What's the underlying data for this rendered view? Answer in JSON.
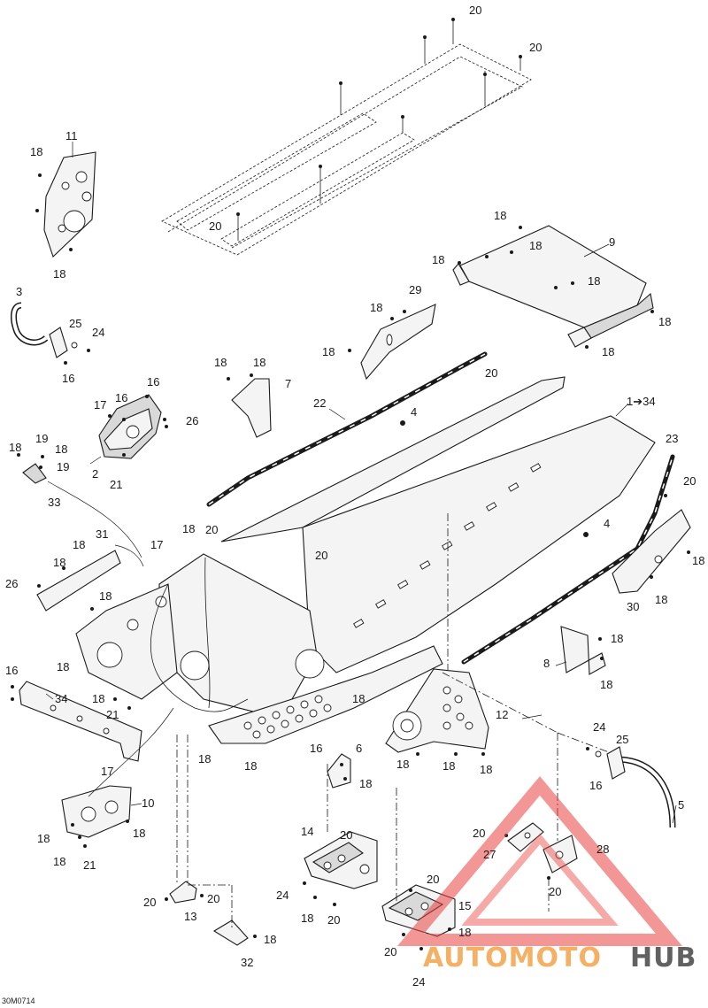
{
  "diagram_code": "30M0714",
  "callouts": [
    {
      "id": "c20a",
      "text": "20"
    },
    {
      "id": "c20b",
      "text": "20"
    },
    {
      "id": "c20c",
      "text": "20"
    },
    {
      "id": "c11",
      "text": "11"
    },
    {
      "id": "c18a",
      "text": "18"
    },
    {
      "id": "c18b",
      "text": "18"
    },
    {
      "id": "c18c",
      "text": "18"
    },
    {
      "id": "c18d",
      "text": "18"
    },
    {
      "id": "c18e",
      "text": "18"
    },
    {
      "id": "c9",
      "text": "9"
    },
    {
      "id": "c18f",
      "text": "18"
    },
    {
      "id": "c18g",
      "text": "18"
    },
    {
      "id": "c18h",
      "text": "18"
    },
    {
      "id": "c3",
      "text": "3"
    },
    {
      "id": "c25a",
      "text": "25"
    },
    {
      "id": "c24a",
      "text": "24"
    },
    {
      "id": "c16a",
      "text": "16"
    },
    {
      "id": "c29",
      "text": "29"
    },
    {
      "id": "c18i",
      "text": "18"
    },
    {
      "id": "c18j",
      "text": "18"
    },
    {
      "id": "c18k",
      "text": "18"
    },
    {
      "id": "c18l",
      "text": "18"
    },
    {
      "id": "c7",
      "text": "7"
    },
    {
      "id": "c20d",
      "text": "20"
    },
    {
      "id": "c22",
      "text": "22"
    },
    {
      "id": "c16b",
      "text": "16"
    },
    {
      "id": "c17a",
      "text": "17"
    },
    {
      "id": "c16c",
      "text": "16"
    },
    {
      "id": "c26a",
      "text": "26"
    },
    {
      "id": "c4a",
      "text": "4"
    },
    {
      "id": "c1to34",
      "text": "1➔34"
    },
    {
      "id": "c2",
      "text": "2"
    },
    {
      "id": "c21a",
      "text": "21"
    },
    {
      "id": "c18m",
      "text": "18"
    },
    {
      "id": "c19a",
      "text": "19"
    },
    {
      "id": "c18n",
      "text": "18"
    },
    {
      "id": "c19b",
      "text": "19"
    },
    {
      "id": "c33",
      "text": "33"
    },
    {
      "id": "c23",
      "text": "23"
    },
    {
      "id": "c20e",
      "text": "20"
    },
    {
      "id": "c20f",
      "text": "20"
    },
    {
      "id": "c18o",
      "text": "18"
    },
    {
      "id": "c17b",
      "text": "17"
    },
    {
      "id": "c31",
      "text": "31"
    },
    {
      "id": "c18p",
      "text": "18"
    },
    {
      "id": "c18q",
      "text": "18"
    },
    {
      "id": "c20g",
      "text": "20"
    },
    {
      "id": "c4b",
      "text": "4"
    },
    {
      "id": "c18r",
      "text": "18"
    },
    {
      "id": "c26b",
      "text": "26"
    },
    {
      "id": "c18s",
      "text": "18"
    },
    {
      "id": "c30",
      "text": "30"
    },
    {
      "id": "c18t",
      "text": "18"
    },
    {
      "id": "c8",
      "text": "8"
    },
    {
      "id": "c18u",
      "text": "18"
    },
    {
      "id": "c18v",
      "text": "18"
    },
    {
      "id": "c16d",
      "text": "16"
    },
    {
      "id": "c18w",
      "text": "18"
    },
    {
      "id": "c34",
      "text": "34"
    },
    {
      "id": "c18x",
      "text": "18"
    },
    {
      "id": "c21b",
      "text": "21"
    },
    {
      "id": "c18y",
      "text": "18"
    },
    {
      "id": "c16e",
      "text": "16"
    },
    {
      "id": "c12",
      "text": "12"
    },
    {
      "id": "c24b",
      "text": "24"
    },
    {
      "id": "c25b",
      "text": "25"
    },
    {
      "id": "c17c",
      "text": "17"
    },
    {
      "id": "c18z",
      "text": "18"
    },
    {
      "id": "c18aa",
      "text": "18"
    },
    {
      "id": "c6",
      "text": "6"
    },
    {
      "id": "c18ab",
      "text": "18"
    },
    {
      "id": "c18ac",
      "text": "18"
    },
    {
      "id": "c18ad",
      "text": "18"
    },
    {
      "id": "c18ae",
      "text": "18"
    },
    {
      "id": "c16f",
      "text": "16"
    },
    {
      "id": "c10",
      "text": "10"
    },
    {
      "id": "c18af",
      "text": "18"
    },
    {
      "id": "c18ag",
      "text": "18"
    },
    {
      "id": "c18ah",
      "text": "18"
    },
    {
      "id": "c5",
      "text": "5"
    },
    {
      "id": "c21c",
      "text": "21"
    },
    {
      "id": "c14",
      "text": "14"
    },
    {
      "id": "c20h",
      "text": "20"
    },
    {
      "id": "c20i",
      "text": "20"
    },
    {
      "id": "c27",
      "text": "27"
    },
    {
      "id": "c28",
      "text": "28"
    },
    {
      "id": "c20j",
      "text": "20"
    },
    {
      "id": "c24c",
      "text": "24"
    },
    {
      "id": "c20k",
      "text": "20"
    },
    {
      "id": "c18ai",
      "text": "18"
    },
    {
      "id": "c20l",
      "text": "20"
    },
    {
      "id": "c15",
      "text": "15"
    },
    {
      "id": "c20m",
      "text": "20"
    },
    {
      "id": "c13",
      "text": "13"
    },
    {
      "id": "c20n",
      "text": "20"
    },
    {
      "id": "c18aj",
      "text": "18"
    },
    {
      "id": "c20o",
      "text": "20"
    },
    {
      "id": "c18ak",
      "text": "18"
    },
    {
      "id": "c32",
      "text": "32"
    },
    {
      "id": "c24d",
      "text": "24"
    }
  ],
  "watermark": {
    "brand_part1": "AUTOMOTO",
    "brand_part2": "HUB",
    "color_red": "#e8423f",
    "color_orange": "#f2a24a",
    "color_dark": "#3a3a3a"
  }
}
